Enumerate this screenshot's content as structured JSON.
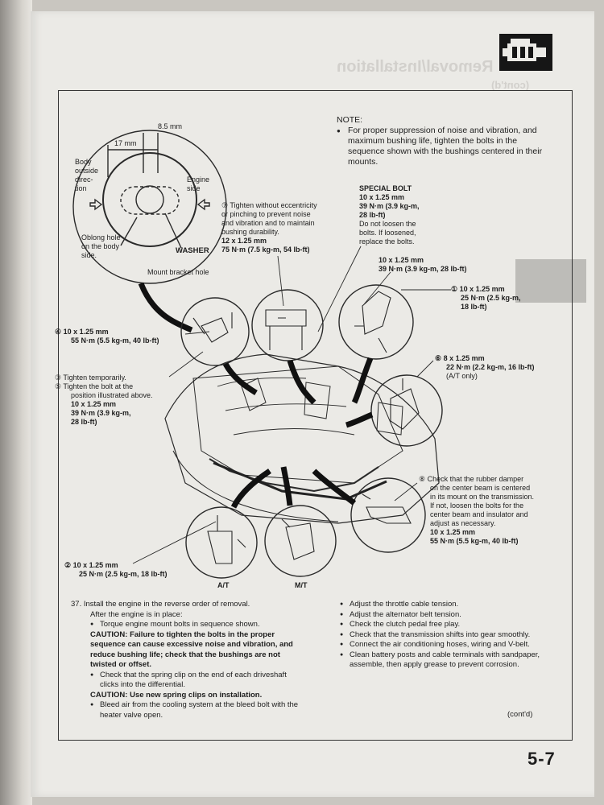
{
  "header": {
    "ghost_title": "Removal/Installation",
    "ghost_subtitle": "(cont'd)"
  },
  "icons": {
    "section_tab": "engine-icon"
  },
  "note": {
    "label": "NOTE:",
    "text": "For proper suppression of noise and vibration, and maximum bushing life, tighten the bolts in the sequence shown with the bushings centered in their mounts."
  },
  "washer_detail": {
    "dim_top": "8.5 mm",
    "dim_width": "17 mm",
    "body_side": [
      "Body",
      "outside",
      "direc-",
      "tion"
    ],
    "engine_side": [
      "Engine",
      "side"
    ],
    "oblong_hole": [
      "Oblong hole",
      "on the body",
      "side."
    ],
    "washer": "WASHER",
    "mount_bracket_hole": "Mount bracket hole"
  },
  "callouts": {
    "c7": [
      "⑦ Tighten without eccentricity",
      "or pinching to prevent noise",
      "and vibration and to maintain",
      "bushing durability.",
      "12 x 1.25 mm",
      "75 N·m (7.5 kg-m, 54 lb-ft)"
    ],
    "special_bolt": [
      "SPECIAL BOLT",
      "10 x 1.25 mm",
      "39 N·m (3.9 kg-m,",
      "28 lb-ft)",
      "Do not loosen the",
      "bolts. If loosened,",
      "replace the bolts."
    ],
    "top_right": [
      "10 x 1.25 mm",
      "39 N·m (3.9 kg-m, 28 lb-ft)"
    ],
    "c1": [
      "① 10 x 1.25 mm",
      "25 N·m (2.5 kg-m,",
      "18 lb-ft)"
    ],
    "c4": [
      "④ 10 x 1.25 mm",
      "55 N·m (5.5 kg-m, 40 lb-ft)"
    ],
    "c6": [
      "⑥ 8 x 1.25 mm",
      "22 N·m (2.2 kg-m, 16 lb-ft)",
      "(A/T only)"
    ],
    "c3_5": [
      "③ Tighten temporarily.",
      "⑤ Tighten the bolt at the",
      "position illustrated above.",
      "10 x 1.25 mm",
      "39 N·m (3.9 kg-m,",
      "28 lb-ft)"
    ],
    "c8": [
      "⑧ Check that the rubber damper",
      "on the center beam is centered",
      "in its mount on the transmission.",
      "If not, loosen the bolts for the",
      "center beam and insulator and",
      "adjust as necessary.",
      "10 x 1.25 mm",
      "55 N·m (5.5 kg-m, 40 lb-ft)"
    ],
    "c2": [
      "② 10 x 1.25 mm",
      "25 N·m (2.5 kg-m, 18 lb-ft)"
    ],
    "at_label": "A/T",
    "mt_label": "M/T"
  },
  "steps_left": {
    "step": "37. Install the engine in the reverse order of removal.",
    "step2": "After the engine is in place:",
    "b1": "Torque engine mount bolts in sequence shown.",
    "caution1": "CAUTION: Failure to tighten the bolts in the proper sequence can cause excessive noise and vibration, and reduce bushing life; check that the bushings are not twisted or offset.",
    "b2": "Check that the spring clip on the end of each driveshaft clicks into the differential.",
    "caution2": "CAUTION: Use new spring clips on installation.",
    "b3": "Bleed air from the cooling system at the bleed bolt with the heater valve open."
  },
  "steps_right": {
    "b1": "Adjust the throttle cable tension.",
    "b2": "Adjust the alternator belt tension.",
    "b3": "Check the clutch pedal free play.",
    "b4": "Check that the transmission shifts into gear smoothly.",
    "b5": "Connect the air conditioning hoses, wiring and V-belt.",
    "b6": "Clean battery posts and cable terminals with sandpaper, assemble, then apply grease to prevent corrosion."
  },
  "footer": {
    "contd": "(cont'd)",
    "page_number": "5-7"
  }
}
